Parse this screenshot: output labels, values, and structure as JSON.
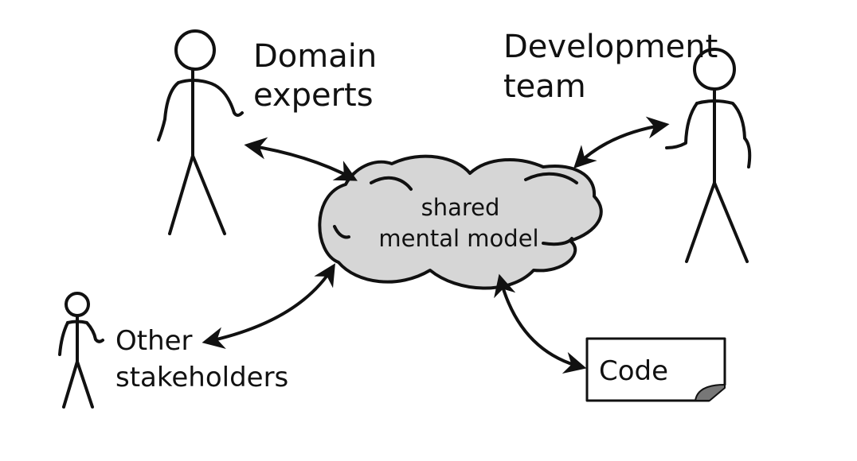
{
  "colors": {
    "ink": "#111111",
    "cloud_fill": "#d6d6d6",
    "page_fold": "#777777",
    "background": "#ffffff"
  },
  "nodes": {
    "domain_experts": {
      "line1": "Domain",
      "line2": "experts"
    },
    "development_team": {
      "line1": "Development",
      "line2": "team"
    },
    "shared_model": {
      "line1": "shared",
      "line2": "mental model"
    },
    "other_stakeholders": {
      "line1": "Other",
      "line2": "stakeholders"
    },
    "code": {
      "label": "Code"
    }
  },
  "edges": [
    {
      "from": "domain_experts",
      "to": "shared_model",
      "direction": "both"
    },
    {
      "from": "development_team",
      "to": "shared_model",
      "direction": "both"
    },
    {
      "from": "other_stakeholders",
      "to": "shared_model",
      "direction": "both"
    },
    {
      "from": "code",
      "to": "shared_model",
      "direction": "both"
    }
  ]
}
